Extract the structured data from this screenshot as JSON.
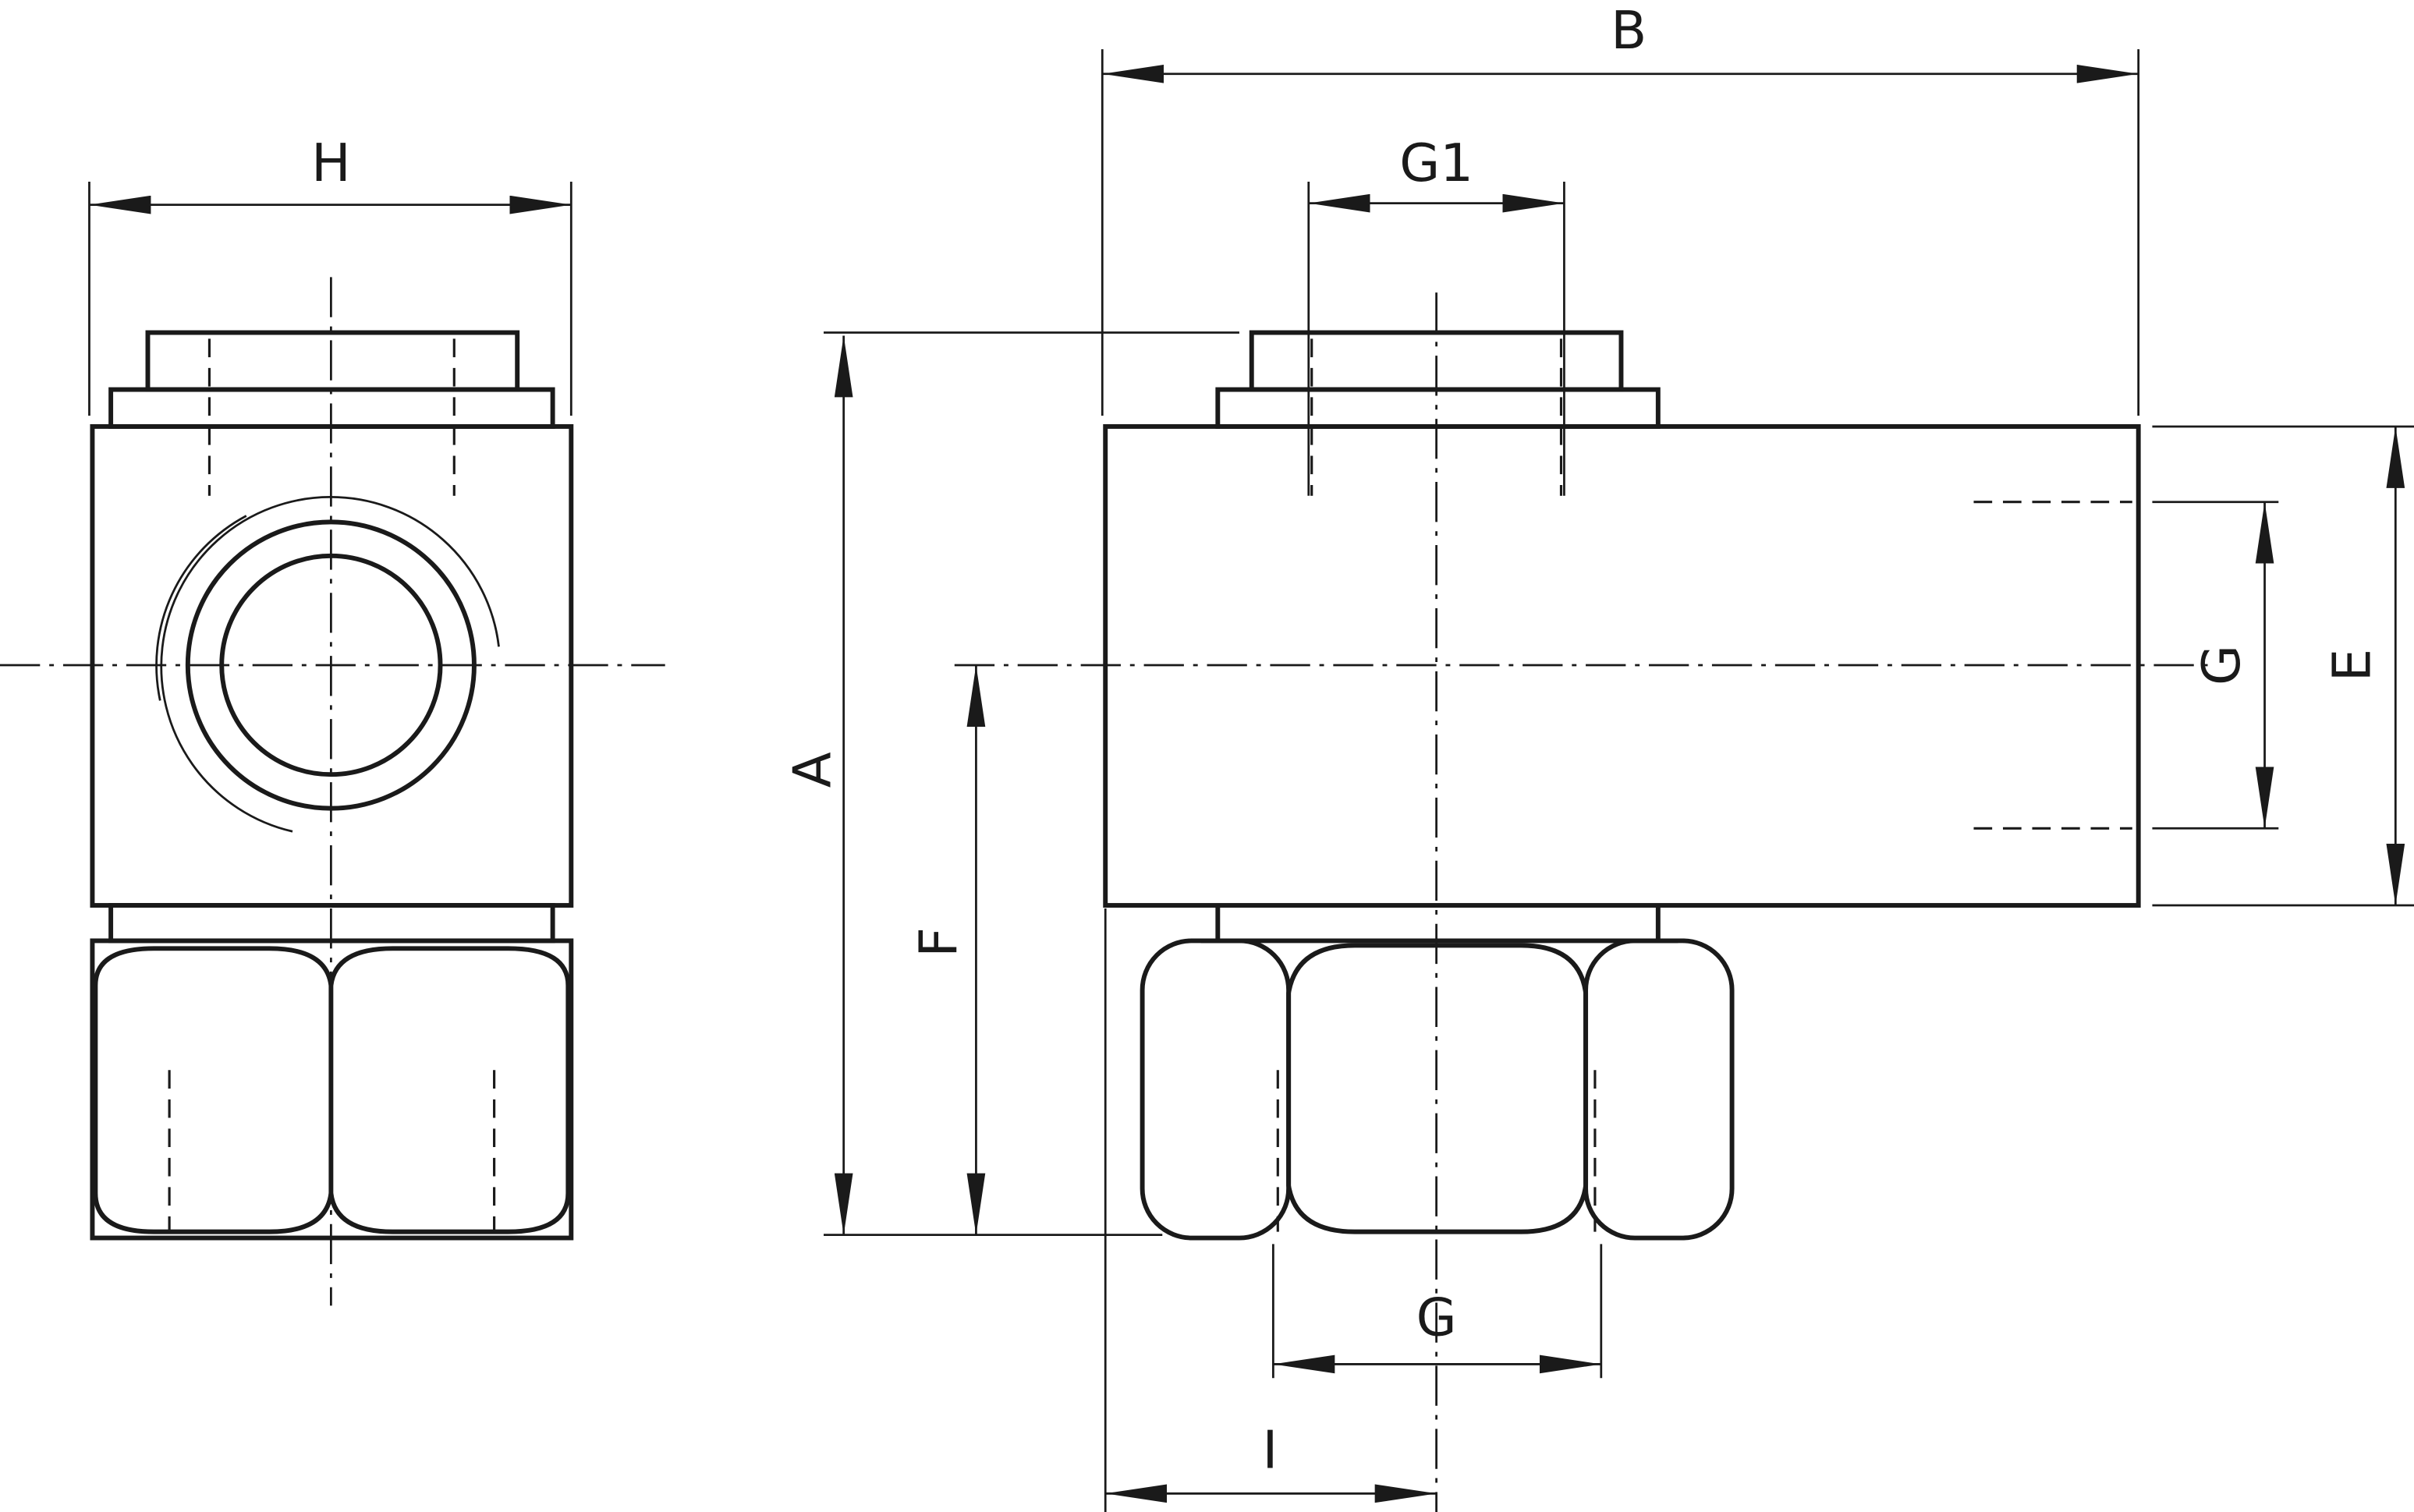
{
  "dimensions": {
    "H": "H",
    "B": "B",
    "G1": "G1",
    "A": "A",
    "F": "F",
    "G_side": "G",
    "E": "E",
    "G_bottom": "G",
    "I": "I"
  }
}
